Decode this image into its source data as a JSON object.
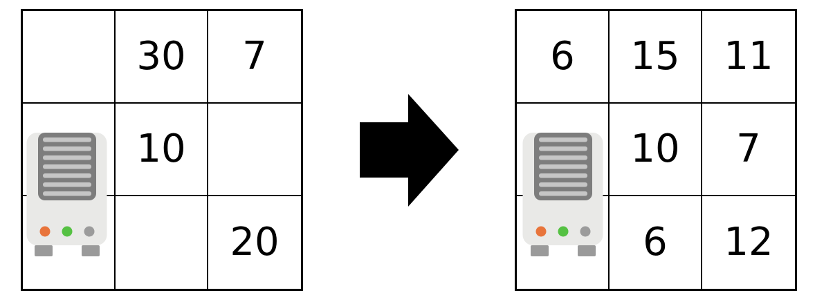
{
  "left_grid": {
    "rows": [
      [
        "",
        "30",
        "7"
      ],
      [
        "",
        "10",
        ""
      ],
      [
        "",
        "",
        "20"
      ]
    ]
  },
  "right_grid": {
    "rows": [
      [
        "6",
        "15",
        "11"
      ],
      [
        "",
        "10",
        "7"
      ],
      [
        "",
        "6",
        "12"
      ]
    ]
  },
  "arrow": {
    "direction": "right",
    "color": "#000000"
  },
  "grid_style": {
    "line_color": "#000000",
    "background": "#ffffff",
    "text_color": "#000000"
  },
  "server_icon": {
    "name": "server-icon",
    "body_color": "#e9e9e7",
    "vent_frame_color": "#7d7d7d",
    "slat_color": "#c6c6c6",
    "foot_color": "#9a9a9a",
    "led_colors": {
      "orange": "#e8743b",
      "green": "#55c143",
      "gray": "#9b9b9b"
    }
  }
}
